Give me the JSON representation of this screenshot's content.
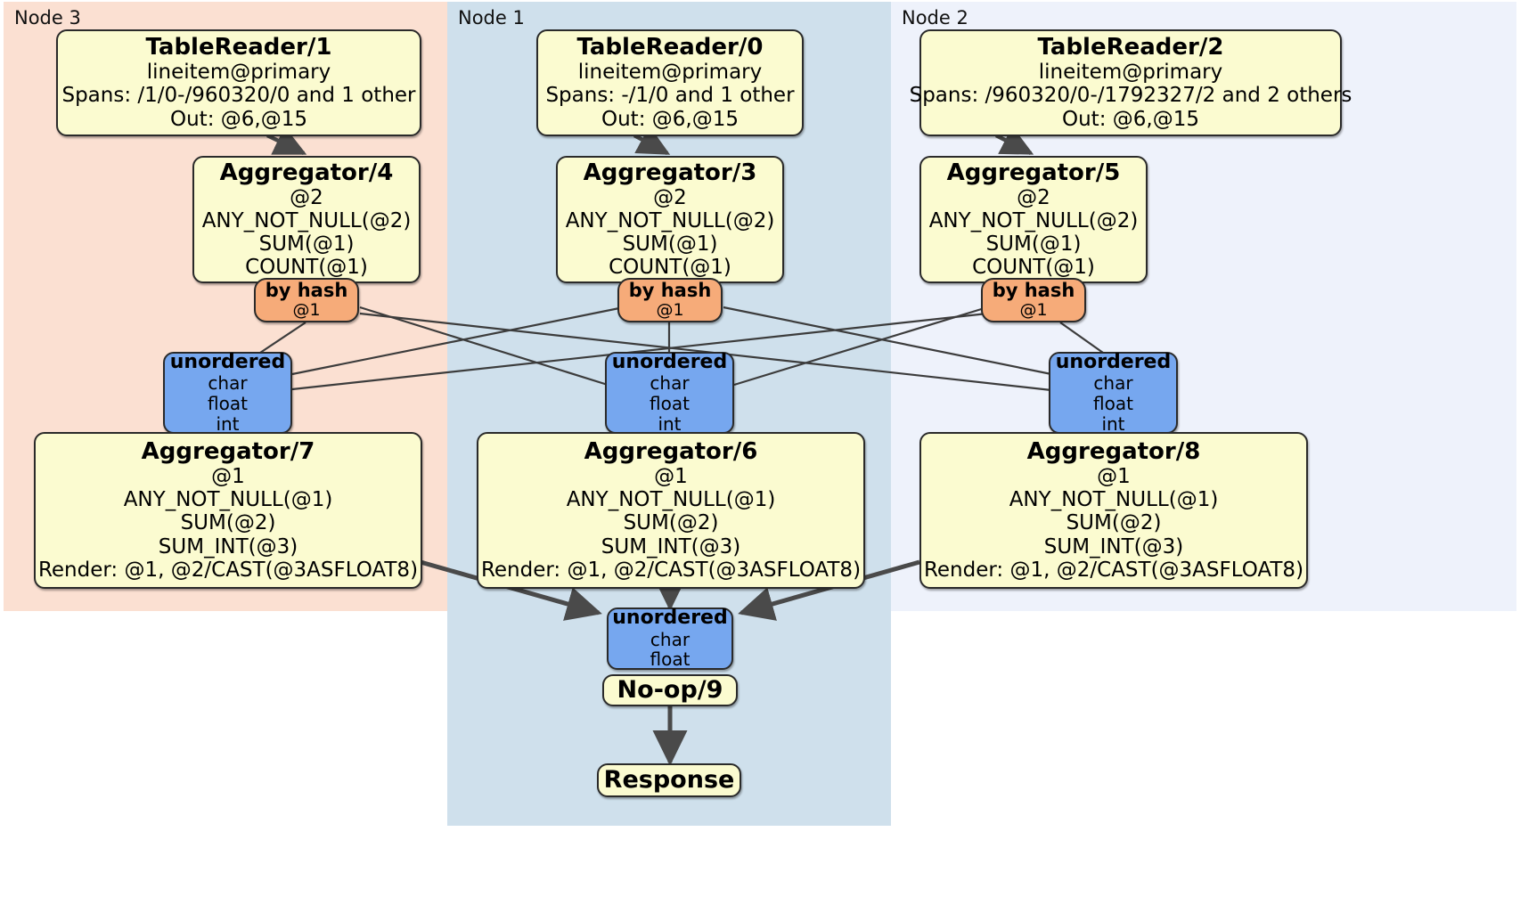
{
  "diagram": {
    "kind": "distributed-query-plan",
    "colors": {
      "node3_panel": "#fbe0d2",
      "node1_panel": "#cfe0ec",
      "node2_panel": "#eef2fb",
      "processor_fill": "#fbfbd0",
      "router_fill": "#f6ab79",
      "sync_fill": "#76a7ef",
      "border": "#2a2a2a",
      "thin_edge": "#3c3c3c",
      "thick_edge": "#4a4a4a"
    }
  },
  "panels": [
    {
      "id": "node3",
      "label": "Node 3"
    },
    {
      "id": "node1",
      "label": "Node 1"
    },
    {
      "id": "node2",
      "label": "Node 2"
    }
  ],
  "table_readers": [
    {
      "id": "tr1",
      "title": "TableReader/1",
      "lines": [
        "lineitem@primary",
        "Spans: /1/0-/960320/0 and 1 other",
        "Out: @6,@15"
      ]
    },
    {
      "id": "tr0",
      "title": "TableReader/0",
      "lines": [
        "lineitem@primary",
        "Spans: -/1/0 and 1 other",
        "Out: @6,@15"
      ]
    },
    {
      "id": "tr2",
      "title": "TableReader/2",
      "lines": [
        "lineitem@primary",
        "Spans: /960320/0-/1792327/2 and 2 others",
        "Out: @6,@15"
      ]
    }
  ],
  "aggregators_stage1": [
    {
      "id": "agg4",
      "title": "Aggregator/4",
      "lines": [
        "@2",
        "ANY_NOT_NULL(@2)",
        "SUM(@1)",
        "COUNT(@1)"
      ]
    },
    {
      "id": "agg3",
      "title": "Aggregator/3",
      "lines": [
        "@2",
        "ANY_NOT_NULL(@2)",
        "SUM(@1)",
        "COUNT(@1)"
      ]
    },
    {
      "id": "agg5",
      "title": "Aggregator/5",
      "lines": [
        "@2",
        "ANY_NOT_NULL(@2)",
        "SUM(@1)",
        "COUNT(@1)"
      ]
    }
  ],
  "routers": [
    {
      "id": "hash4",
      "title": "by hash",
      "lines": [
        "@1"
      ]
    },
    {
      "id": "hash3",
      "title": "by hash",
      "lines": [
        "@1"
      ]
    },
    {
      "id": "hash5",
      "title": "by hash",
      "lines": [
        "@1"
      ]
    }
  ],
  "syncs_stage1": [
    {
      "id": "sync7",
      "title": "unordered",
      "lines": [
        "char",
        "float",
        "int"
      ]
    },
    {
      "id": "sync6",
      "title": "unordered",
      "lines": [
        "char",
        "float",
        "int"
      ]
    },
    {
      "id": "sync8",
      "title": "unordered",
      "lines": [
        "char",
        "float",
        "int"
      ]
    }
  ],
  "aggregators_stage2": [
    {
      "id": "agg7",
      "title": "Aggregator/7",
      "lines": [
        "@1",
        "ANY_NOT_NULL(@1)",
        "SUM(@2)",
        "SUM_INT(@3)",
        "Render: @1, @2/CAST(@3ASFLOAT8)"
      ]
    },
    {
      "id": "agg6",
      "title": "Aggregator/6",
      "lines": [
        "@1",
        "ANY_NOT_NULL(@1)",
        "SUM(@2)",
        "SUM_INT(@3)",
        "Render: @1, @2/CAST(@3ASFLOAT8)"
      ]
    },
    {
      "id": "agg8",
      "title": "Aggregator/8",
      "lines": [
        "@1",
        "ANY_NOT_NULL(@1)",
        "SUM(@2)",
        "SUM_INT(@3)",
        "Render: @1, @2/CAST(@3ASFLOAT8)"
      ]
    }
  ],
  "final_sync": {
    "id": "sync9",
    "title": "unordered",
    "lines": [
      "char",
      "float"
    ]
  },
  "noop": {
    "id": "noop9",
    "title": "No-op/9"
  },
  "response": {
    "id": "response",
    "title": "Response"
  }
}
